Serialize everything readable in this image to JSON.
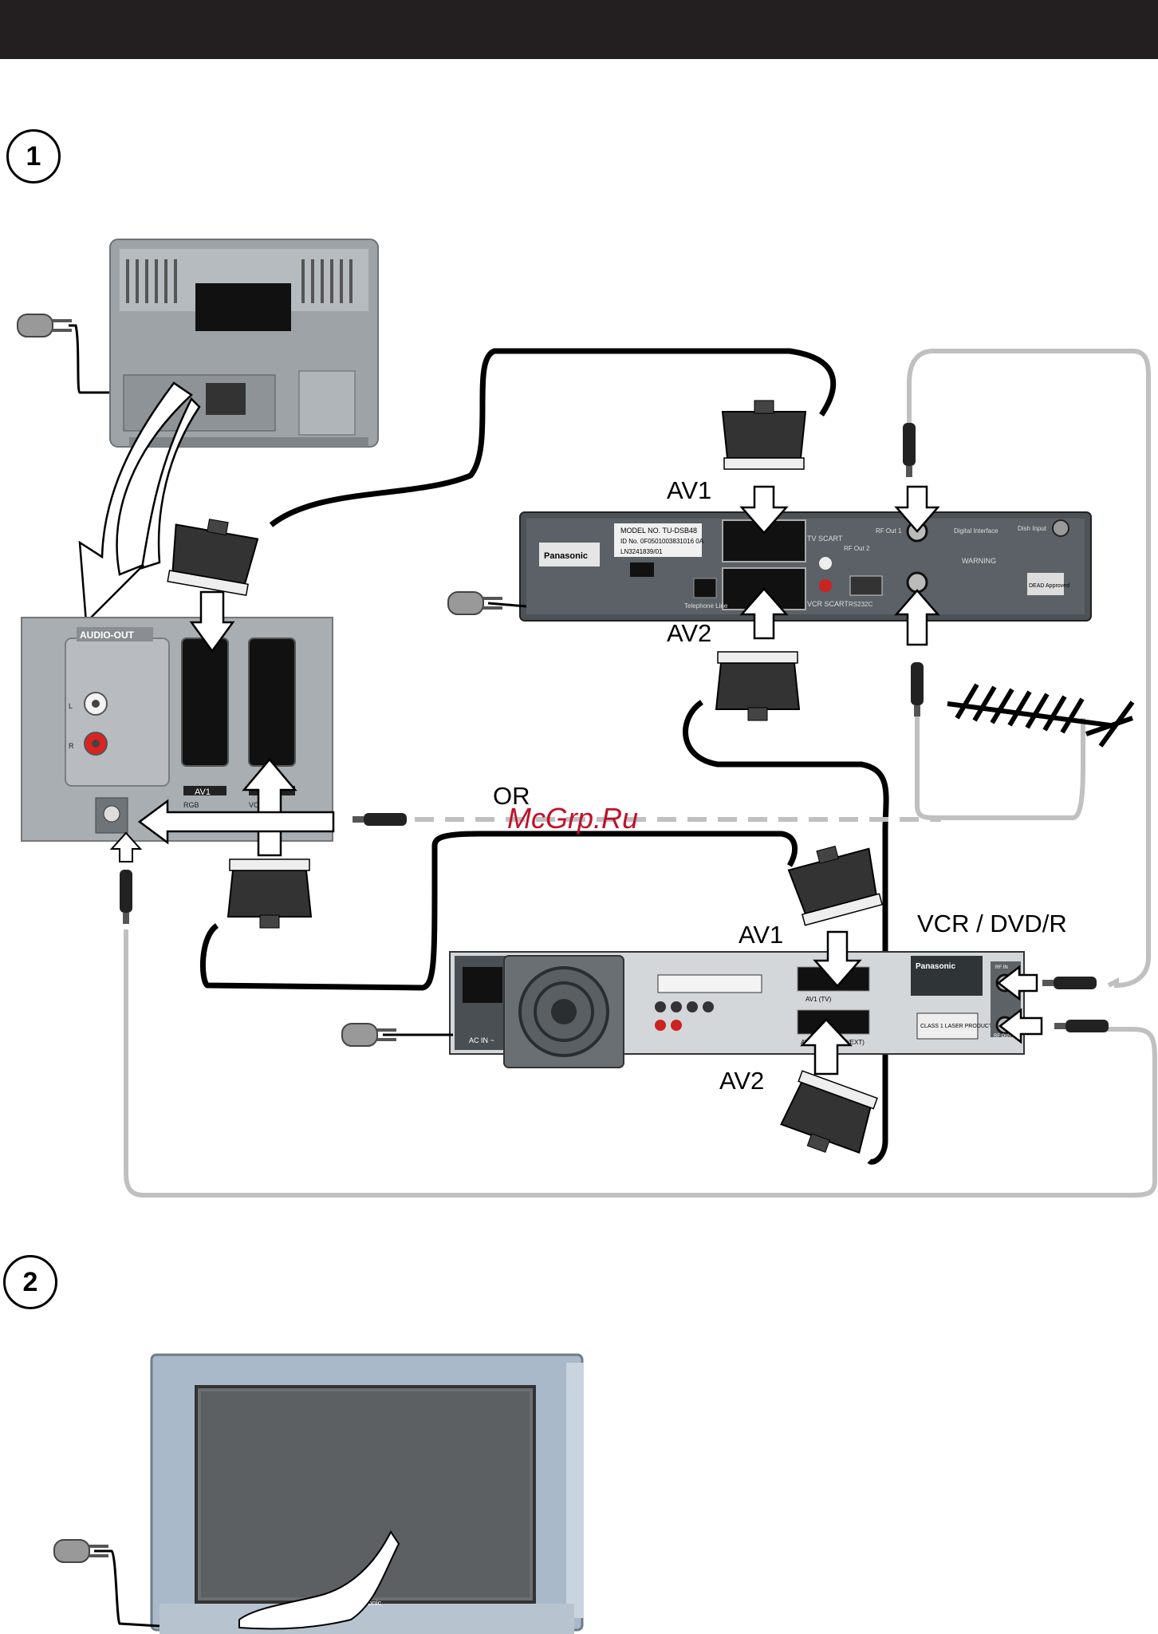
{
  "header": {
    "bar_color": "#231f20"
  },
  "steps": {
    "step1": "1",
    "step2": "2"
  },
  "labels": {
    "receiver_av1": "AV1",
    "receiver_av2": "AV2",
    "or": "OR",
    "watermark": "McGrp.Ru",
    "recorder_title": "VCR / DVD/R",
    "recorder_av1": "AV1",
    "recorder_av2": "AV2"
  },
  "tv_panel": {
    "audio_out": "AUDIO-OUT",
    "left": "L",
    "right": "R",
    "av1": "AV1",
    "av1_sub": "RGB",
    "av2_sub": "VCR"
  },
  "receiver": {
    "brand": "Panasonic",
    "model": "MODEL NO. TU-DSB48",
    "id": "ID No. 0F0501003831016 0A",
    "serial": "LN3241839/01",
    "tv_scart": "TV SCART",
    "vcr_scart": "VCR SCART",
    "rf_out1": "RF Out 1",
    "rf_out2": "RF Out 2",
    "digital_interface": "Digital Interface",
    "warning": "WARNING",
    "rs232c": "RS232C",
    "telephone": "Telephone Line",
    "dish": "Dish Input",
    "dead": "DEAD Approved"
  },
  "recorder": {
    "brand": "Panasonic",
    "av1_label": "AV1 (TV)",
    "av2_label": "AV2 (DECODER/EXT)",
    "ac_in": "AC IN ~",
    "laser": "CLASS 1 LASER PRODUCT",
    "rf_in": "RF IN",
    "rf_out": "RF OUT"
  },
  "tv_front": {
    "brand": "Panasonic"
  },
  "colors": {
    "arrow_fill": "#ffffff",
    "arrow_stroke": "#000000",
    "cable_black": "#000000",
    "cable_gray": "#c0c0c0",
    "panel_gray": "#a9aeb2",
    "device_dark": "#4d5257"
  }
}
